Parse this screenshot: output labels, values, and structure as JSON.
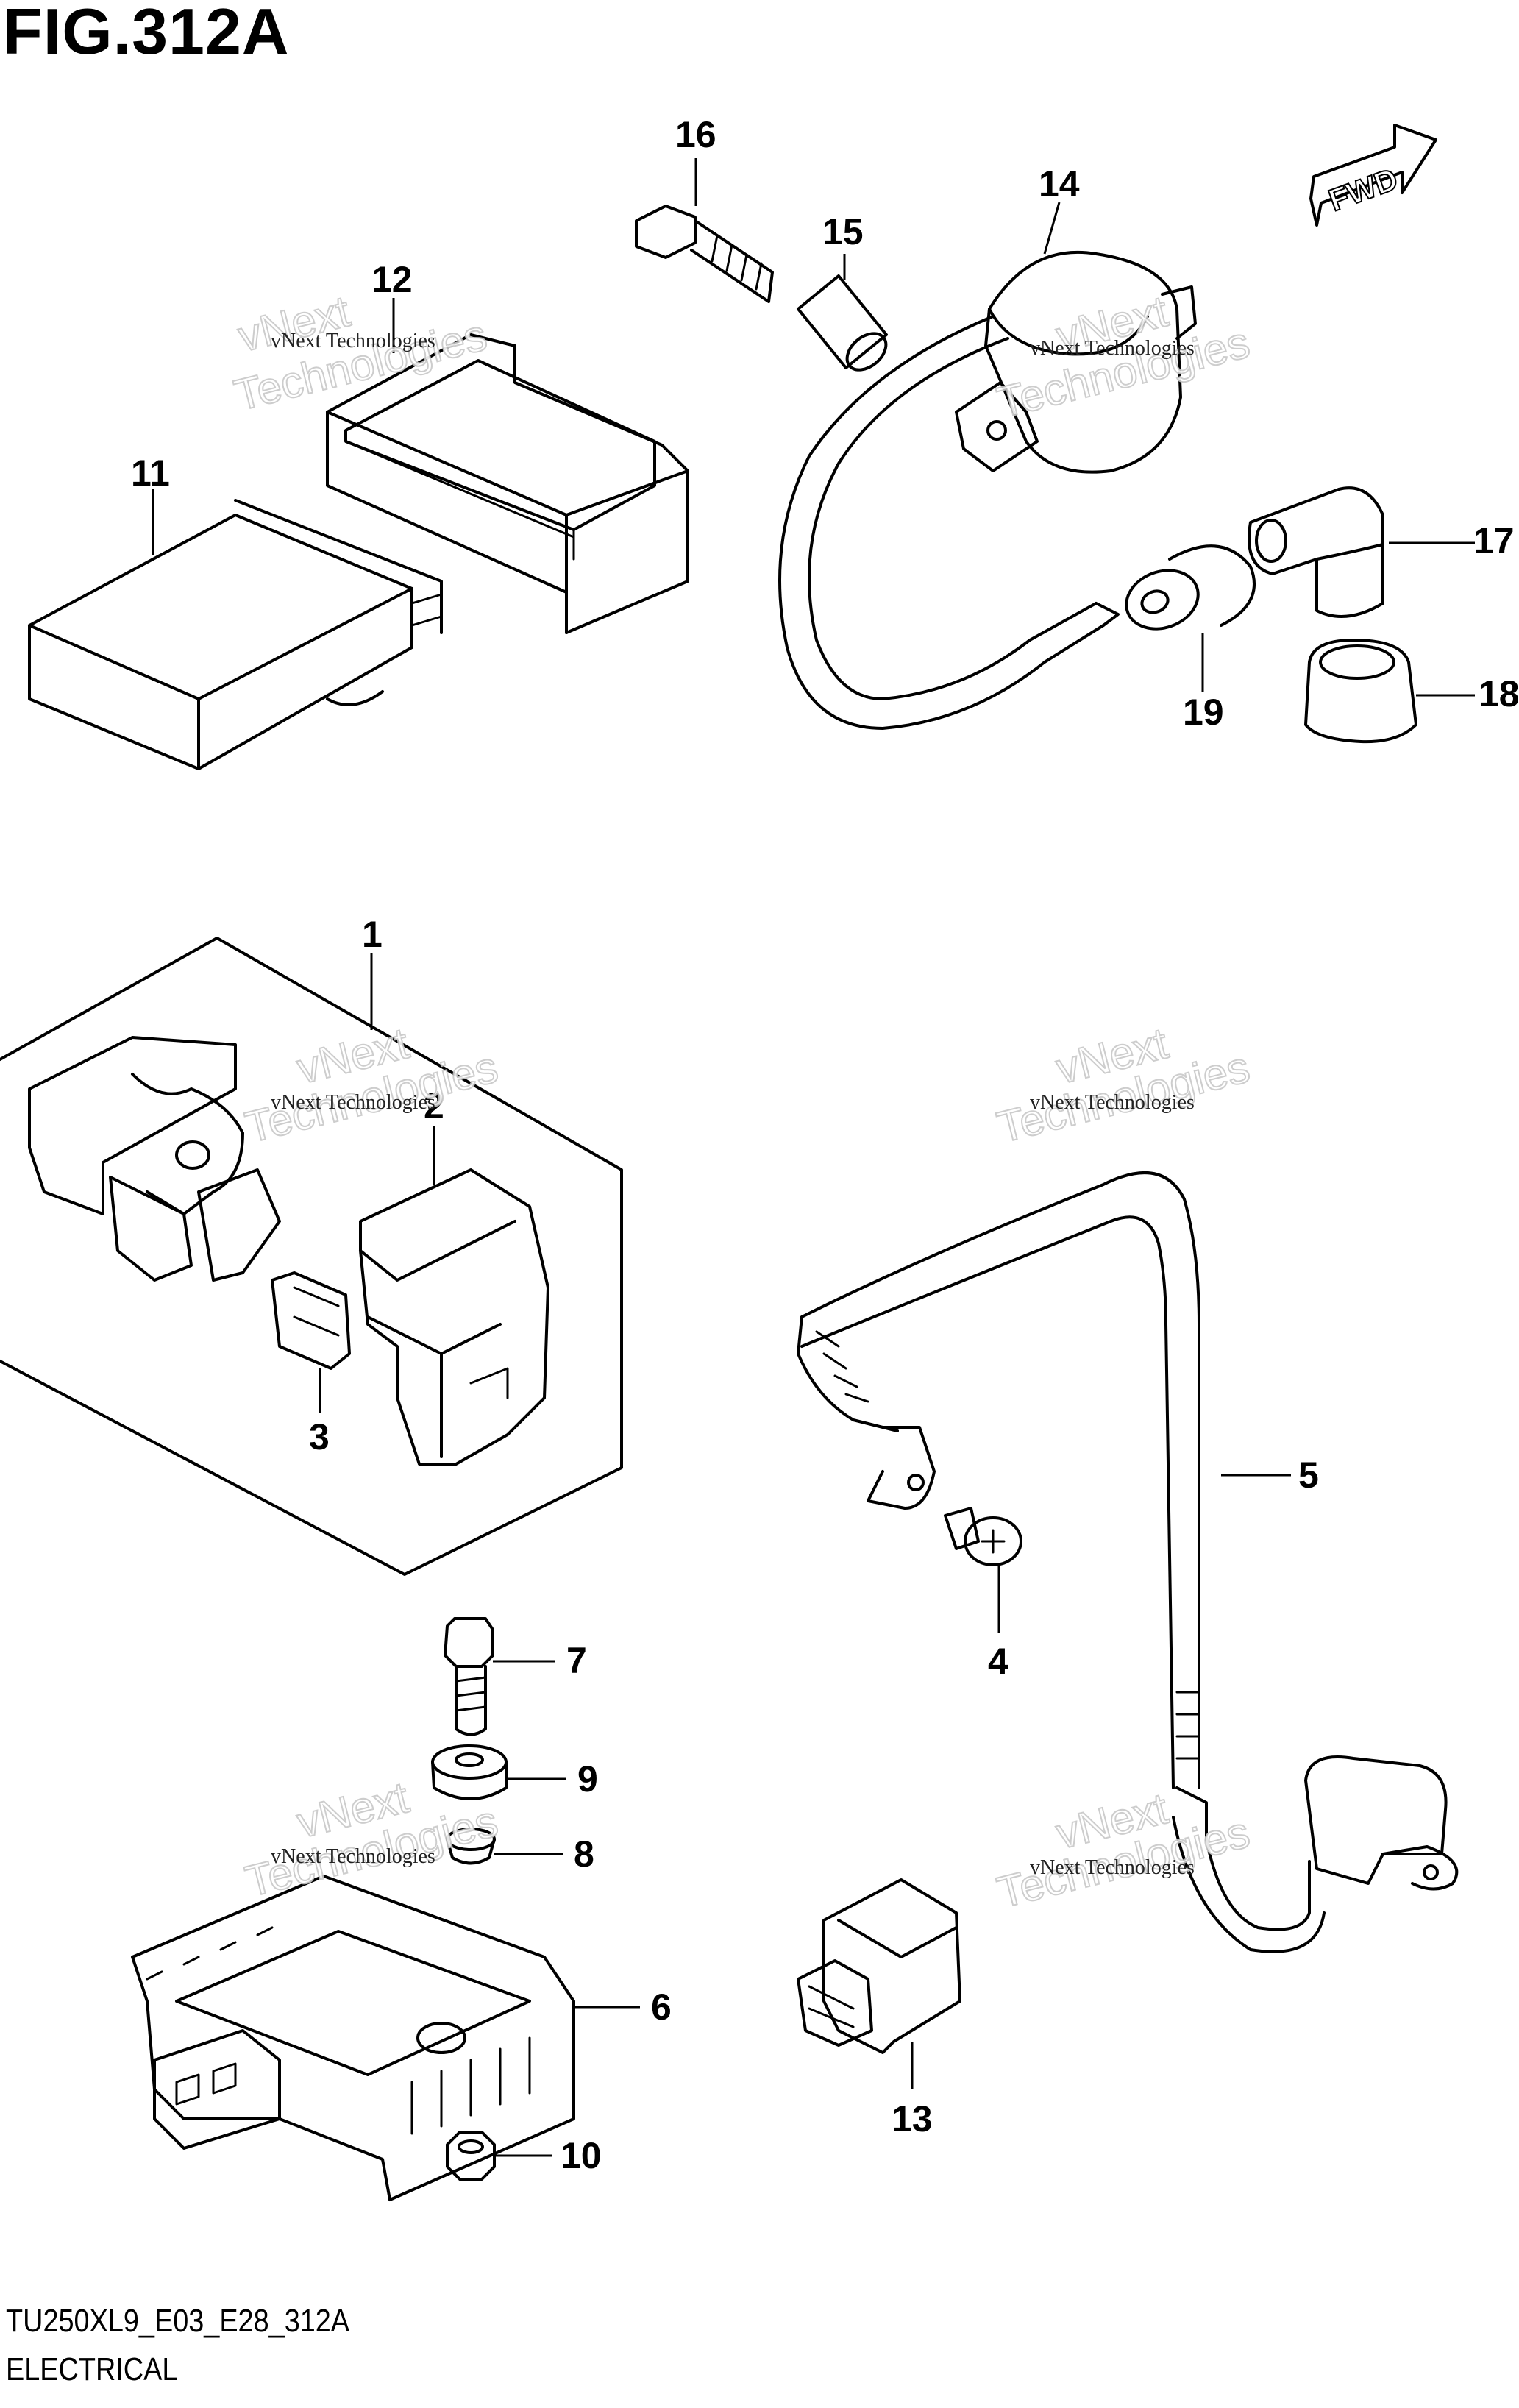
{
  "figure": {
    "title": "FIG.312A",
    "model_code": "TU250XL9_E03_E28_312A",
    "section_name": "ELECTRICAL",
    "fwd_label": "FWD"
  },
  "watermark": {
    "line1": "vNext Technologies",
    "big_top": "vNext",
    "big_bottom": "Technologies"
  },
  "callouts": [
    {
      "num": "1"
    },
    {
      "num": "2"
    },
    {
      "num": "3"
    },
    {
      "num": "4"
    },
    {
      "num": "5"
    },
    {
      "num": "6"
    },
    {
      "num": "7"
    },
    {
      "num": "8"
    },
    {
      "num": "9"
    },
    {
      "num": "10"
    },
    {
      "num": "11"
    },
    {
      "num": "12"
    },
    {
      "num": "13"
    },
    {
      "num": "14"
    },
    {
      "num": "15"
    },
    {
      "num": "16"
    },
    {
      "num": "17"
    },
    {
      "num": "18"
    },
    {
      "num": "19"
    }
  ],
  "colors": {
    "ink": "#000000",
    "background": "#ffffff",
    "watermark_outline": "#c8c8c8"
  }
}
